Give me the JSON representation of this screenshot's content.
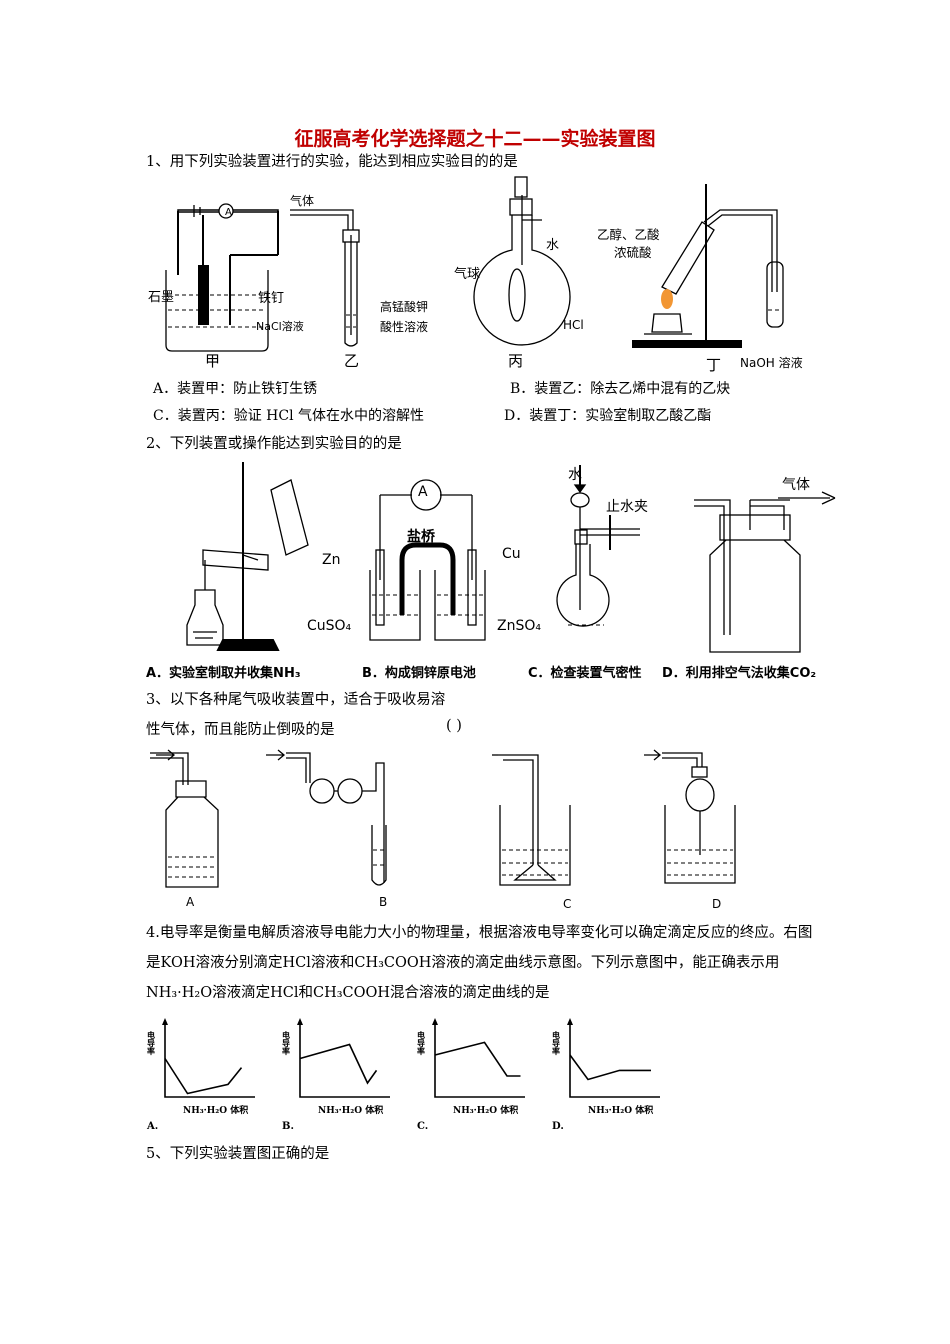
{
  "title": "征服高考化学选择题之十二——实验装置图",
  "q1": {
    "stem": "1、用下列实验装置进行的实验，能达到相应实验目的的是",
    "fig": {
      "jia": {
        "caption": "甲",
        "shimo": "石墨",
        "tieding": "铁钉",
        "nacl": "NaCl溶液",
        "meter": "A"
      },
      "yi": {
        "caption": "乙",
        "gas": "气体",
        "kmno4_1": "高锰酸钾",
        "kmno4_2": "酸性溶液"
      },
      "bing": {
        "caption": "丙",
        "water": "水",
        "balloon": "气球",
        "hcl": "HCl"
      },
      "ding": {
        "caption": "丁",
        "r1": "乙醇、乙酸",
        "r2": "浓硫酸",
        "naoh": "NaOH 溶液"
      }
    },
    "options": {
      "A": "A．装置甲：防止铁钉生锈",
      "B": "B．装置乙：除去乙烯中混有的乙炔",
      "C": "C．装置丙：验证 HCl 气体在水中的溶解性",
      "D": "D．装置丁：实验室制取乙酸乙酯"
    }
  },
  "q2": {
    "stem": "2、下列装置或操作能达到实验目的的是",
    "fig": {
      "meter": "A",
      "bridge": "盐桥",
      "zn": "Zn",
      "cu": "Cu",
      "cuso4": "CuSO₄",
      "znso4": "ZnSO₄",
      "water": "水",
      "clip": "止水夹",
      "gas": "气体"
    },
    "captions": {
      "A": "A．实验室制取并收集NH₃",
      "B": "B．构成铜锌原电池",
      "C": "C．检查装置气密性",
      "D": "D．利用排空气法收集CO₂"
    }
  },
  "q3": {
    "line1": "3、以下各种尾气吸收装置中，适合于吸收易溶",
    "line2": "性气体，而且能防止倒吸的是",
    "paren": "(        )",
    "labels": [
      "A",
      "B",
      "C",
      "D"
    ]
  },
  "q4": {
    "text": "4.电导率是衡量电解质溶液导电能力大小的物理量，根据溶液电导率变化可以确定滴定反应的终应。右图是KOH溶液分别滴定HCl溶液和CH₃COOH溶液的滴定曲线示意图。下列示意图中，能正确表示用NH₃·H₂O溶液滴定HCl和CH₃COOH混合溶液的滴定曲线的是",
    "ylabel": "电导率",
    "xlabel": "NH₃·H₂O 体积",
    "labels": [
      "A.",
      "B.",
      "C.",
      "D."
    ]
  },
  "q5": {
    "stem": "5、下列实验装置图正确的是"
  }
}
